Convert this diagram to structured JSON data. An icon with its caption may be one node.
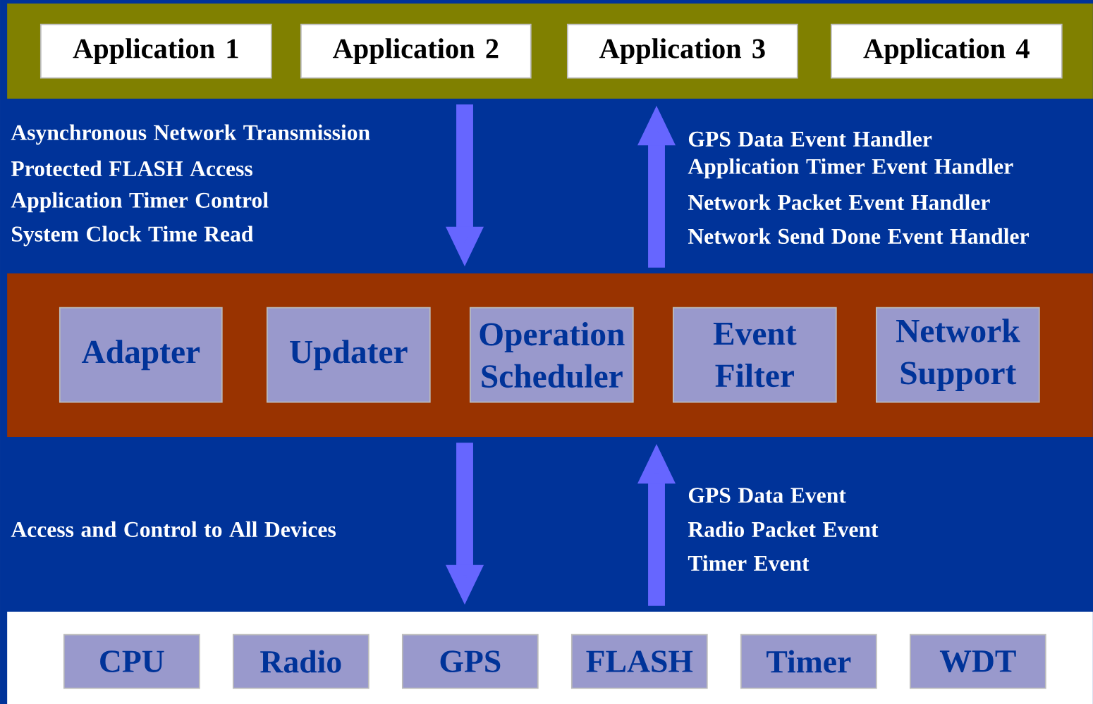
{
  "diagram": {
    "nodes": [
      {
        "text": [],
        "shape": "band"
      },
      {
        "text": [
          "Application 1"
        ],
        "in": 0
      },
      {
        "text": [
          "Application 2"
        ],
        "in": 0
      },
      {
        "text": [
          "Application 3"
        ],
        "in": 0
      },
      {
        "text": [
          "Application 4"
        ],
        "in": 0
      },
      {
        "text": [],
        "shape": "band"
      },
      {
        "text": [
          "Adapter"
        ],
        "in": 5
      },
      {
        "text": [
          "Updater"
        ],
        "in": 5
      },
      {
        "text": [
          "Operation Scheduler"
        ],
        "in": 5
      },
      {
        "text": [
          "Event Filter"
        ],
        "in": 5
      },
      {
        "text": [
          "Network Support"
        ],
        "in": 5
      },
      {
        "text": [],
        "shape": "band"
      },
      {
        "text": [
          "CPU"
        ],
        "in": 11
      },
      {
        "text": [
          "Radio"
        ],
        "in": 11
      },
      {
        "text": [
          "GPS"
        ],
        "in": 11
      },
      {
        "text": [
          "FLASH"
        ],
        "in": 11
      },
      {
        "text": [
          "Timer"
        ],
        "in": 11
      },
      {
        "text": [
          "WDT"
        ],
        "in": 11
      }
    ],
    "edges": [
      {
        "from": 0,
        "to": 5,
        "arrow": "to"
      },
      {
        "from": 5,
        "to": 0,
        "arrow": "to"
      },
      {
        "from": 5,
        "to": 11,
        "arrow": "to"
      },
      {
        "from": 11,
        "to": 5,
        "arrow": "to"
      }
    ],
    "labels": [
      "Asynchronous Network Transmission",
      "Protected FLASH Access",
      "Application Timer Control",
      "System Clock Time Read",
      "GPS Data Event Handler",
      "Application Timer Event Handler",
      "Network Packet Event Handler",
      "Network Send Done Event Handler",
      "Access and Control to All Devices",
      "GPS Data Event",
      "Radio Packet Event",
      "Timer Event"
    ]
  }
}
